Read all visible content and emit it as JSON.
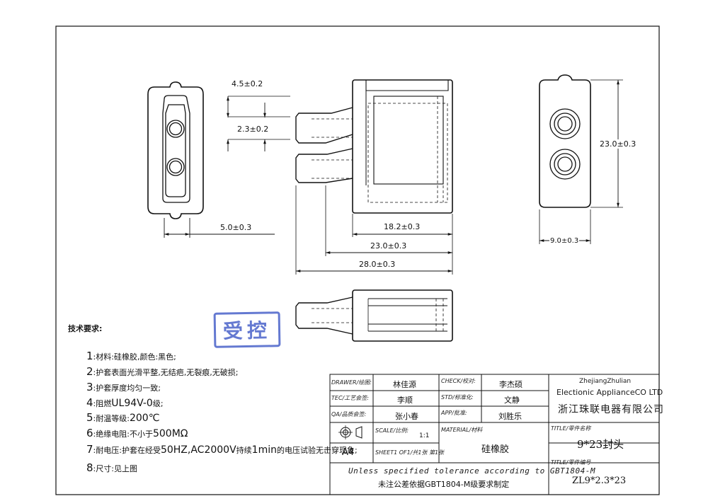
{
  "dimensions": {
    "d1": "4.5±0.2",
    "d2": "2.3±0.2",
    "d3": "5.0±0.3",
    "d4": "18.2±0.3",
    "d5": "23.0±0.3",
    "d6": "28.0±0.3",
    "d7": "23.0±0.3",
    "d8": "9.0±0.3"
  },
  "stamp": "受控",
  "requirements": {
    "title": "技术要求:",
    "items": [
      {
        "num": "1",
        "text": ":材料:硅橡胶,颜色:黑色;"
      },
      {
        "num": "2",
        "text": ":护套表面光滑平整,无结疤,无裂痕,无破损;"
      },
      {
        "num": "3",
        "text": ":护套厚度均匀一致;"
      },
      {
        "num": "4",
        "text_small": ":阻燃",
        "text_big": "UL94V-0",
        "text_tail": "级;"
      },
      {
        "num": "5",
        "text_small": ":耐温等级:",
        "text_big": "200℃",
        "text_tail": ""
      },
      {
        "num": "6",
        "text_small": ":绝缘电阻:不小于",
        "text_big": "500MΩ",
        "text_tail": ""
      },
      {
        "num": "7",
        "text_small": ":耐电压:护套在经受",
        "text_big": "50HZ,AC2000V",
        "text_mid": "持续",
        "text_big2": "1min",
        "text_tail": "的电压试验无击穿现象;"
      },
      {
        "num": "8",
        "text": ":尺寸:见上图"
      }
    ]
  },
  "title_block": {
    "drawer_label": "DRAWER/绘图:",
    "drawer_value": "林佳源",
    "check_label": "CHECK/校对:",
    "check_value": "李杰硕",
    "tec_label": "TEC/工艺会签:",
    "tec_value": "李顺",
    "std_label": "STD/标准化:",
    "std_value": "文静",
    "qa_label": "QA/品质会签:",
    "qa_value": "张小春",
    "app_label": "APP/批准:",
    "app_value": "刘胜乐",
    "scale_label": "SCALE/比例:",
    "scale_value": "1:1",
    "sheet_label": "SHEET1 OF1/共1张 第1张",
    "sheet_size": "A4",
    "material_label": "MATERIAL/材料",
    "material_value": "硅橡胶",
    "title_label": "TITLE/零件名称",
    "title_value": "9*23封头",
    "number_label": "TITLE/零件编号",
    "number_value": "ZL9*2.3*23",
    "company_en1": "ZhejiangZhulian",
    "company_en2": "Electionic ApplianceCO LTD",
    "company_cn": "浙江珠联电器有限公司",
    "note_en": "Unless specified tolerance according to GBT1804-M",
    "note_cn": "未注公差依据GBT1804-M级要求制定"
  }
}
